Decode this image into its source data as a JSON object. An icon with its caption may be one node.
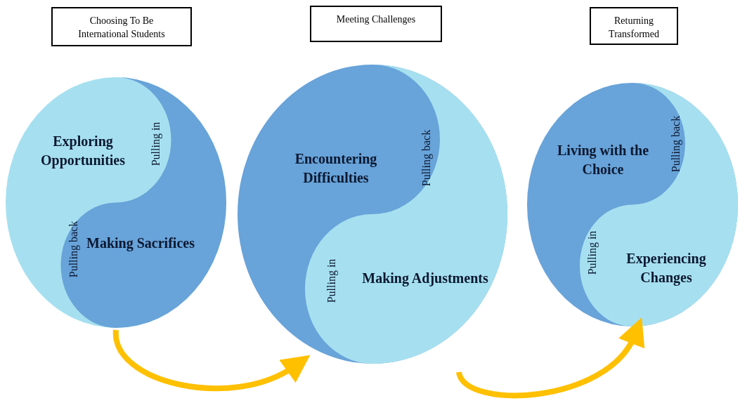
{
  "diagram": {
    "nodes": [
      {
        "text": [
          "Choosing To Be International Students"
        ]
      },
      {
        "text": [
          "Meeting Challenges"
        ]
      },
      {
        "text": [
          "Returning Transformed"
        ]
      },
      {
        "text": [],
        "shape": "circle"
      },
      {
        "text": [
          "Exploring Opportunities"
        ],
        "in": 3
      },
      {
        "text": [
          "Making Sacrifices"
        ],
        "in": 3
      },
      {
        "text": [],
        "shape": "circle"
      },
      {
        "text": [
          "Encountering Difficulties"
        ],
        "in": 6
      },
      {
        "text": [
          "Making Adjustments"
        ],
        "in": 6
      },
      {
        "text": [],
        "shape": "circle"
      },
      {
        "text": [
          "Living with the Choice"
        ],
        "in": 9
      },
      {
        "text": [
          "Experiencing Changes"
        ],
        "in": 9
      }
    ],
    "edges": [
      {
        "from": 3,
        "to": 6,
        "arrow": "to"
      },
      {
        "from": 6,
        "to": 9,
        "arrow": "to"
      }
    ],
    "labels": [
      "Pulling in",
      "Pulling back",
      "Pulling back",
      "Pulling in",
      "Pulling back",
      "Pulling in"
    ]
  }
}
